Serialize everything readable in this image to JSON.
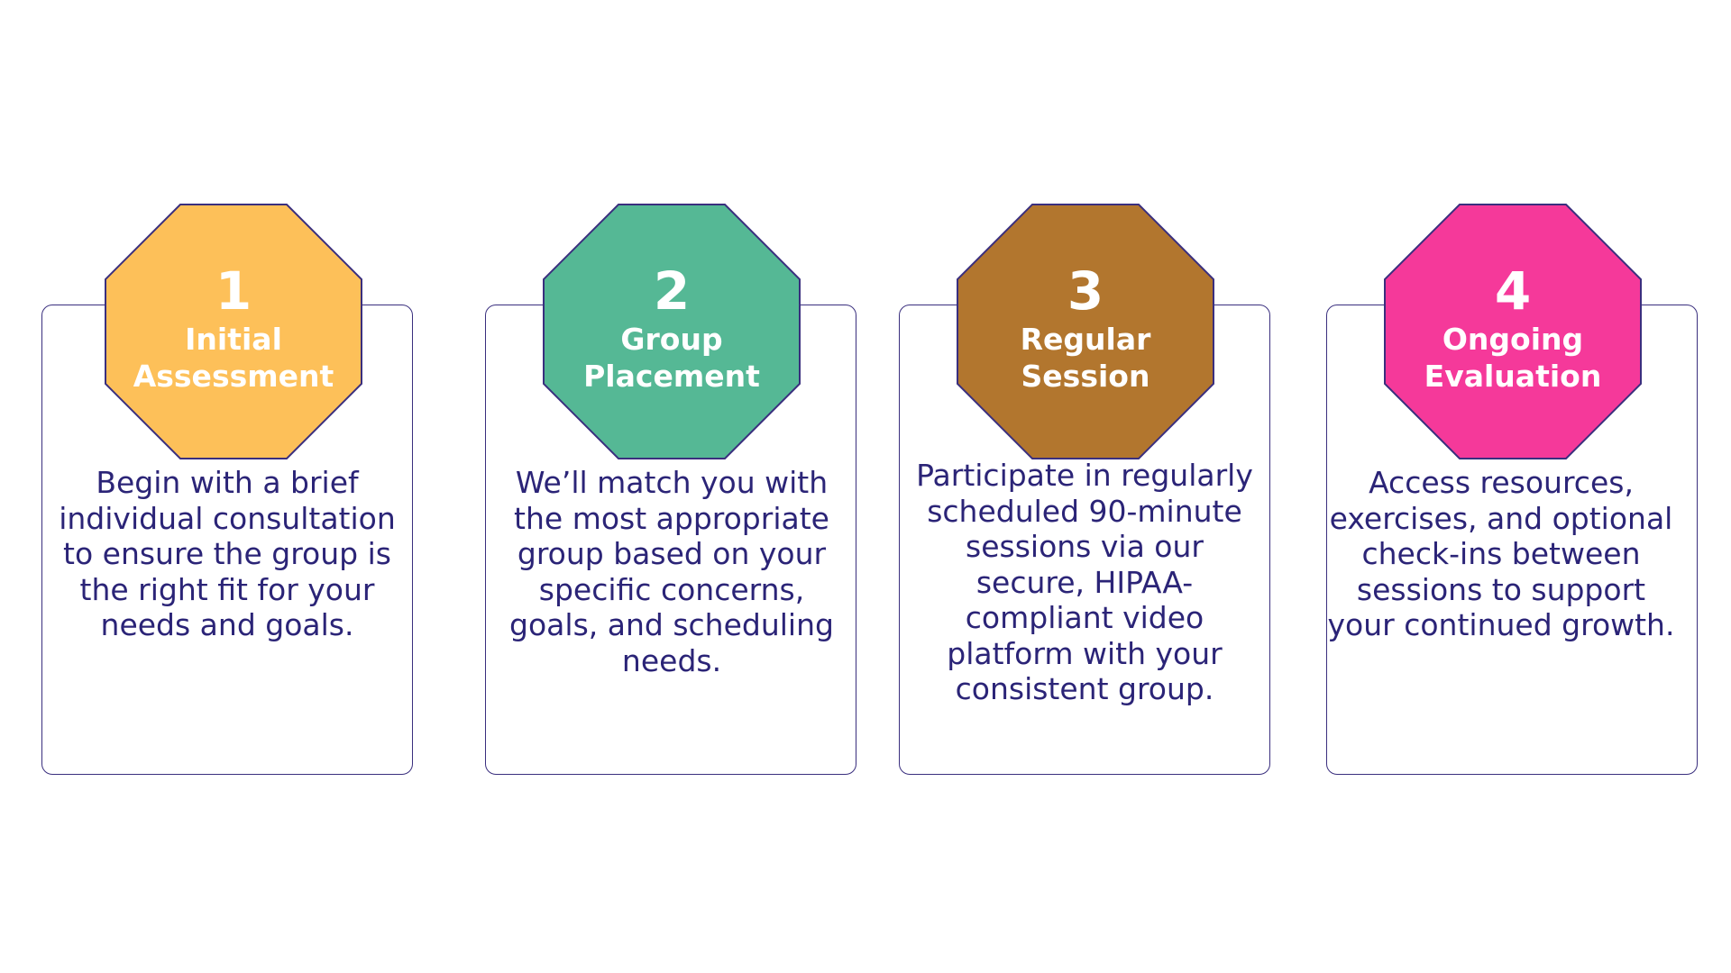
{
  "steps": [
    {
      "number": "1",
      "title_line1": "Initial",
      "title_line2": "Assessment",
      "description": "Begin with a brief individual consultation to ensure the group is the right fit for your needs and goals.",
      "color": "#fdc059"
    },
    {
      "number": "2",
      "title_line1": "Group",
      "title_line2": "Placement",
      "description": "We’ll match you with the most appropriate group based on your specific concerns, goals, and scheduling needs.",
      "color": "#55b895"
    },
    {
      "number": "3",
      "title_line1": "Regular",
      "title_line2": "Session",
      "description": "Participate in regularly scheduled 90-minute sessions via our secure, HIPAA-compliant video platform with your consistent group.",
      "color": "#b2762e"
    },
    {
      "number": "4",
      "title_line1": "Ongoing",
      "title_line2": "Evaluation",
      "description": "Access resources, exercises, and optional check-ins between sessions to support your continued growth.",
      "color": "#f5399a"
    }
  ],
  "colors": {
    "outline": "#3a2f7e",
    "description_text": "#2b2477"
  }
}
